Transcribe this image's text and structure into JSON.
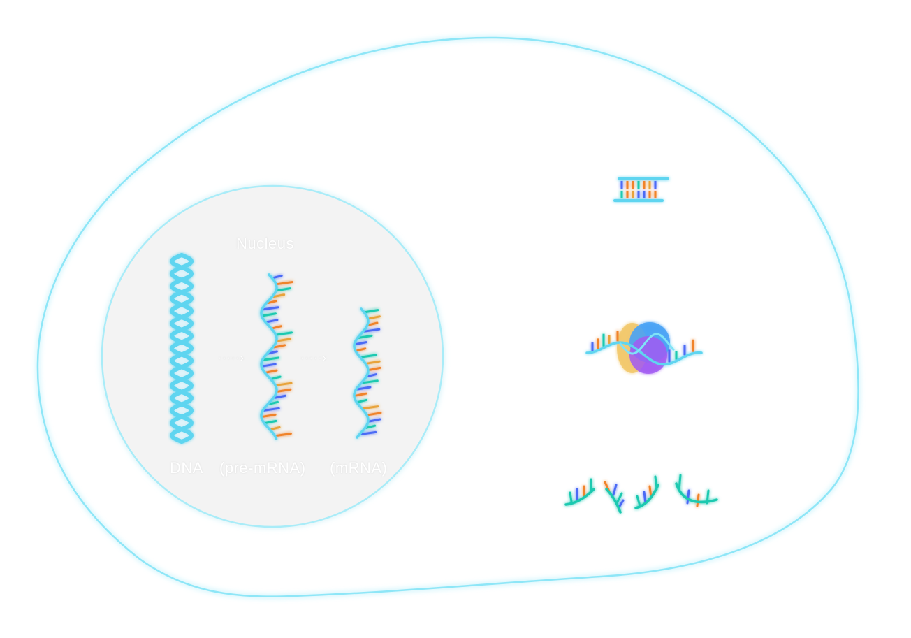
{
  "diagram": {
    "nucleus_label": "Nucleus",
    "labels": {
      "dna": "DNA",
      "pre_mrna": "(pre-mRNA)",
      "mrna": "(mRNA)"
    },
    "arrows": {
      "dna_to_pre": "·····›",
      "pre_to_mrna": "·····›"
    },
    "icons": {
      "cell": "cell-membrane-icon",
      "nucleus": "nucleus-icon",
      "dna": "dna-double-helix-icon",
      "pre_mrna": "pre-mrna-strand-icon",
      "mrna": "mrna-strand-icon",
      "trna": "trna-ladder-icon",
      "ribosome": "ribosome-translation-icon",
      "fragments": "rna-fragments-icon"
    },
    "colors": {
      "membrane": "#8ee6f7",
      "nucleus_fill": "#f3f3f3",
      "strand": "#5fd5f0",
      "base_blue": "#4b6bf5",
      "base_orange": "#f0832a",
      "base_teal": "#1cc9b0",
      "base_amber": "#e8a33a",
      "ribosome_yellow": "#f2c86a",
      "ribosome_blue": "#4aa3f5",
      "ribosome_purple": "#a25cf2"
    }
  }
}
